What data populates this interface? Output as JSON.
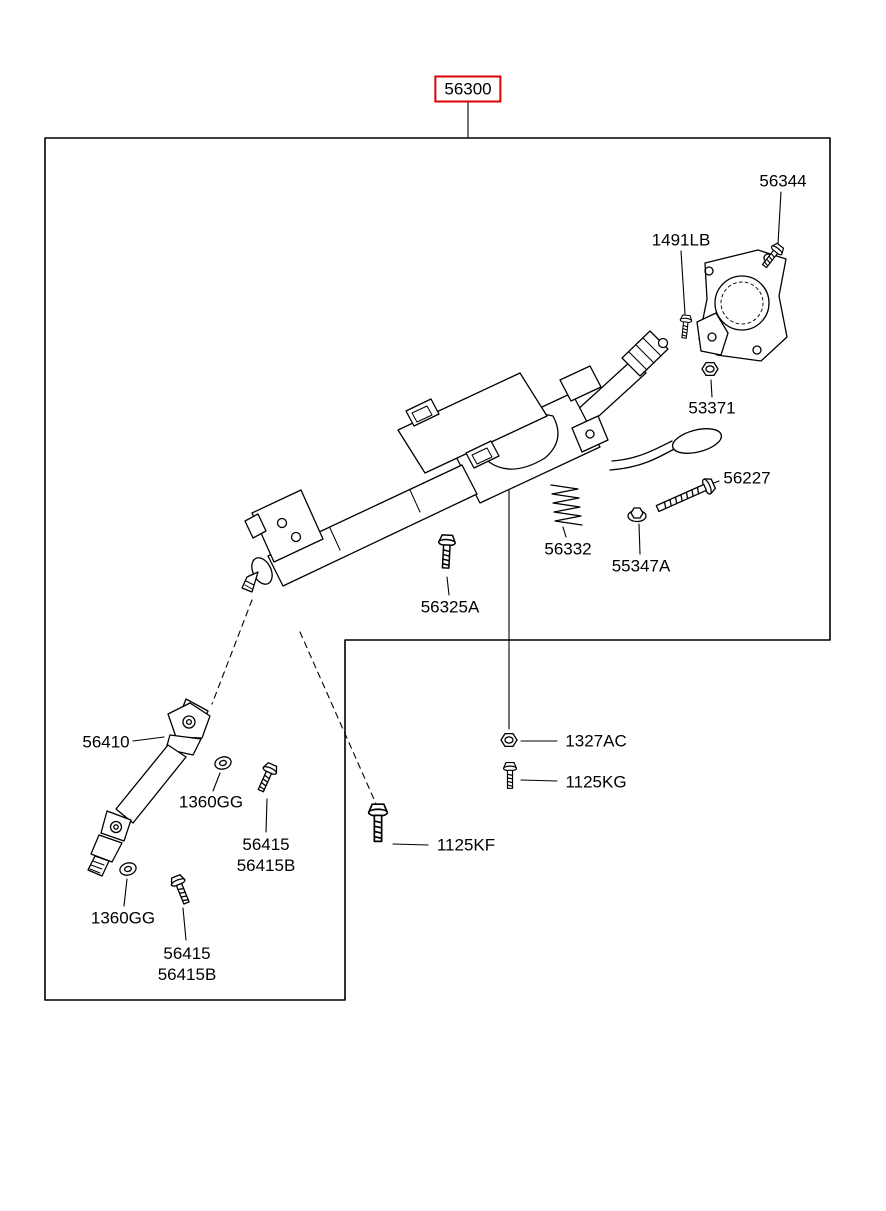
{
  "colors": {
    "highlight_red": "#dd0000",
    "diagram_ink": "#000000"
  },
  "callouts": {
    "main": "56300",
    "bolt_56344": "56344",
    "bolt_1491LB": "1491LB",
    "nut_53371": "53371",
    "bolt_56227": "56227",
    "spring_56332": "56332",
    "washer_55347A": "55347A",
    "bolt_56325A": "56325A",
    "nut_1327AC": "1327AC",
    "bolt_1125KG": "1125KG",
    "bolt_1125KF": "1125KF",
    "shaft_56410": "56410",
    "washer_1360GG_upper": "1360GG",
    "bolt_56415_upper": "56415",
    "bolt_56415B_upper": "56415B",
    "washer_1360GG_lower": "1360GG",
    "bolt_56415_lower": "56415",
    "bolt_56415B_lower": "56415B"
  }
}
